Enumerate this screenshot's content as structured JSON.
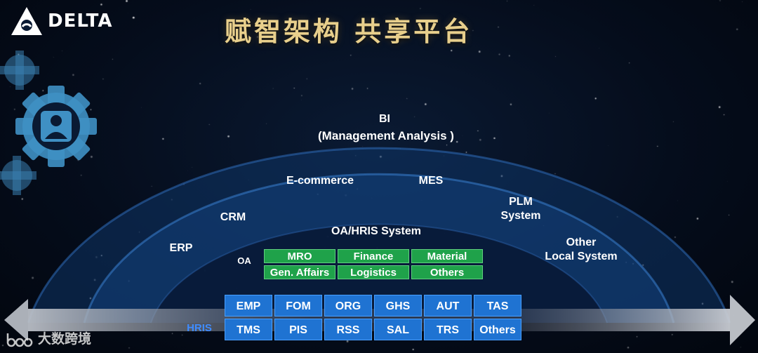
{
  "header": {
    "title": "赋智架构 共享平台",
    "logo_text": "DELTA"
  },
  "arcs": {
    "outer": {
      "line1": "BI",
      "line2": "(Management Analysis )"
    },
    "middle": {
      "ecommerce": "E-commerce",
      "mes": "MES",
      "crm": "CRM",
      "plm_line1": "PLM",
      "plm_line2": "System",
      "erp": "ERP",
      "other_line1": "Other",
      "other_line2": "Local System"
    },
    "inner": {
      "oa_hris": "OA/HRIS System",
      "oa": "OA"
    }
  },
  "oa_modules": [
    "MRO",
    "Finance",
    "Material",
    "Gen. Affairs",
    "Logistics",
    "Others"
  ],
  "hris": {
    "label": "HRIS",
    "modules": [
      "EMP",
      "FOM",
      "ORG",
      "GHS",
      "AUT",
      "TAS",
      "TMS",
      "PIS",
      "RSS",
      "SAL",
      "TRS",
      "Others"
    ]
  },
  "watermark": {
    "text": "大数跨境"
  },
  "colors": {
    "title_gold": "#e8cf8c",
    "oa_green": "#1fa24a",
    "hris_blue": "#1f73d2",
    "hris_label": "#3f8cff"
  },
  "icons": [
    "delta-logo-icon",
    "gear-person-icon",
    "arrow-icon",
    "watermark-logo-icon"
  ]
}
